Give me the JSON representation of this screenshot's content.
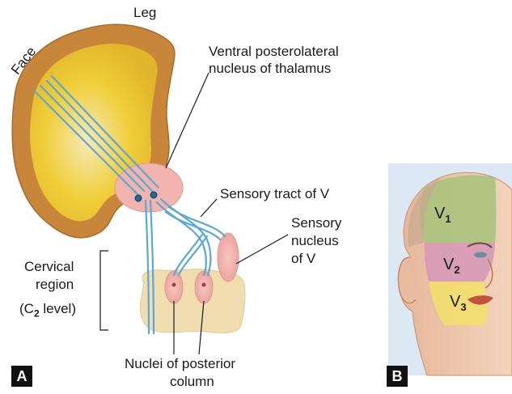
{
  "panel_a": {
    "tag": "A",
    "cortex": {
      "label_leg": "Leg",
      "label_face": "Face"
    },
    "labels": {
      "vpl_line1": "Ventral posterolateral",
      "vpl_line2": "nucleus of thalamus",
      "sensory_tract": "Sensory tract of V",
      "sensory_nucleus_line1": "Sensory",
      "sensory_nucleus_line2": "nucleus",
      "sensory_nucleus_line3": "of V",
      "cervical_line1": "Cervical",
      "cervical_line2": "region",
      "c2_prefix": "(C",
      "c2_sub": "2",
      "c2_suffix": " level)",
      "posterior_line1": "Nuclei of posterior",
      "posterior_line2": "column"
    }
  },
  "panel_b": {
    "tag": "B",
    "zones": [
      {
        "letter": "V",
        "sub": "1"
      },
      {
        "letter": "V",
        "sub": "2"
      },
      {
        "letter": "V",
        "sub": "3"
      }
    ]
  },
  "colors": {
    "cortex_outer": "#c8863a",
    "cortex_inner": "#f0cf3a",
    "thalamus": "#f2b5ad",
    "tract": "#5aa8d8",
    "cord": "#f0ddb0",
    "v1_zone": "#a8c47e",
    "v2_zone": "#d79ab8",
    "v3_zone": "#f2df6e",
    "panel_b_bg": "#dce9f4"
  }
}
